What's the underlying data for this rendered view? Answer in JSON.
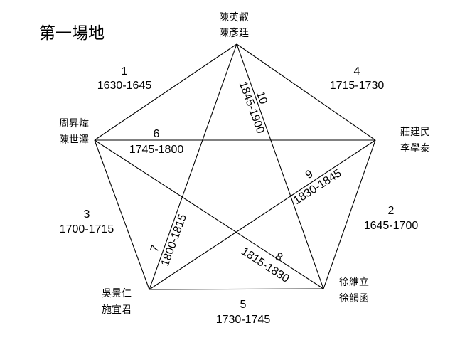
{
  "title": "第一場地",
  "vertices": {
    "top": [
      "陳英叡",
      "陳彥廷"
    ],
    "right": [
      "莊建民",
      "李學泰"
    ],
    "bottom_right": [
      "徐維立",
      "徐韻函"
    ],
    "bottom_left": [
      "吳景仁",
      "施宜君"
    ],
    "left": [
      "周昇煒",
      "陳世澤"
    ]
  },
  "matches": [
    {
      "num": "1",
      "time": "1630-1645"
    },
    {
      "num": "2",
      "time": "1645-1700"
    },
    {
      "num": "3",
      "time": "1700-1715"
    },
    {
      "num": "4",
      "time": "1715-1730"
    },
    {
      "num": "5",
      "time": "1730-1745"
    },
    {
      "num": "6",
      "time": "1745-1800"
    },
    {
      "num": "7",
      "time": "1800-1815"
    },
    {
      "num": "8",
      "time": "1815-1830"
    },
    {
      "num": "9",
      "time": "1830-1845"
    },
    {
      "num": "10",
      "time": "1845-1900"
    }
  ]
}
